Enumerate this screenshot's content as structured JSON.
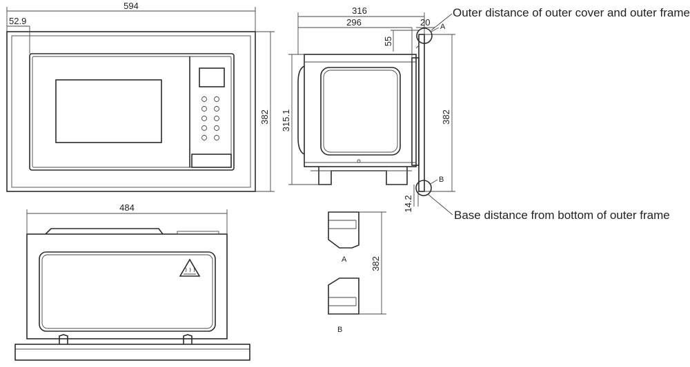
{
  "dimensions": {
    "front_width": "594",
    "frame_edge": "52.9",
    "front_height": "382",
    "side_depth_total": "316",
    "side_depth_body": "296",
    "cover_offset": "20",
    "top_offset": "55",
    "side_height": "315.1",
    "side_frame_height": "382",
    "base_offset": "14.2",
    "top_view_width": "484",
    "detail_height": "382"
  },
  "callouts": {
    "outer_distance": "Outer distance of outer cover and outer frame size",
    "base_distance": "Base distance from bottom of outer frame"
  },
  "detail_tags": {
    "a_side": "A",
    "b_side": "B",
    "a_detail": "A",
    "b_detail": "B"
  },
  "colors": {
    "line": "#2a2a2a",
    "background": "#ffffff"
  }
}
